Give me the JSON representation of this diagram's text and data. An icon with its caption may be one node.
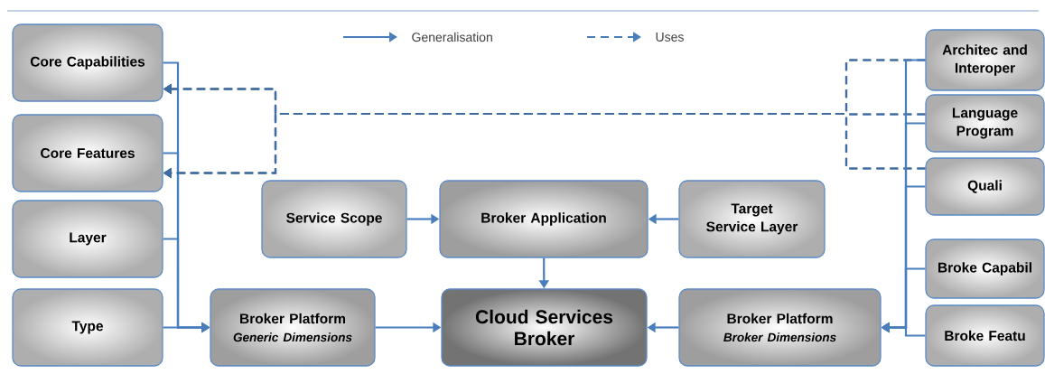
{
  "diagram": {
    "nodes": [
      {
        "text": [
          "Core Capabilities"
        ]
      },
      {
        "text": [
          "Core Features"
        ]
      },
      {
        "text": [
          "Layer"
        ]
      },
      {
        "text": [
          "Type"
        ]
      },
      {
        "text": [
          "Service Scope"
        ]
      },
      {
        "text": [
          "Broker Application"
        ]
      },
      {
        "text": [
          "Target Service Layer"
        ]
      },
      {
        "text": [
          "Broker Platform",
          "Generic Dimensions"
        ]
      },
      {
        "text": [
          "Cloud Services Broker"
        ]
      },
      {
        "text": [
          "Broker Platform",
          "Broker Dimensions"
        ]
      },
      {
        "text": [
          "Architec and Interoper"
        ]
      },
      {
        "text": [
          "Language Program"
        ]
      },
      {
        "text": [
          "Quali"
        ]
      },
      {
        "text": [
          "Broke Capabil"
        ]
      },
      {
        "text": [
          "Broke Featu"
        ]
      }
    ],
    "edges": [
      {
        "from": 0,
        "to": 7,
        "arrow": "to"
      },
      {
        "from": 1,
        "to": 7,
        "arrow": "to"
      },
      {
        "from": 2,
        "to": 7,
        "arrow": "to"
      },
      {
        "from": 3,
        "to": 7,
        "arrow": "to"
      },
      {
        "from": 10,
        "to": 0,
        "arrow": "to",
        "style": "dashed"
      },
      {
        "from": 10,
        "to": 1,
        "arrow": "to",
        "style": "dashed"
      },
      {
        "from": 11,
        "to": 0,
        "arrow": "to",
        "style": "dashed"
      },
      {
        "from": 11,
        "to": 1,
        "arrow": "to",
        "style": "dashed"
      },
      {
        "from": 12,
        "to": 0,
        "arrow": "to",
        "style": "dashed"
      },
      {
        "from": 12,
        "to": 1,
        "arrow": "to",
        "style": "dashed"
      },
      {
        "from": 10,
        "to": 9,
        "arrow": "to"
      },
      {
        "from": 11,
        "to": 9,
        "arrow": "to"
      },
      {
        "from": 12,
        "to": 9,
        "arrow": "to"
      },
      {
        "from": 13,
        "to": 9,
        "arrow": "to"
      },
      {
        "from": 14,
        "to": 9,
        "arrow": "to"
      },
      {
        "from": 4,
        "to": 5,
        "arrow": "to"
      },
      {
        "from": 6,
        "to": 5,
        "arrow": "to"
      },
      {
        "from": 5,
        "to": 8,
        "arrow": "to"
      },
      {
        "from": 7,
        "to": 8,
        "arrow": "to"
      },
      {
        "from": 9,
        "to": 8,
        "arrow": "to"
      }
    ],
    "legend": [
      {
        "text": "Generalisation"
      },
      {
        "text": "Uses"
      }
    ]
  }
}
